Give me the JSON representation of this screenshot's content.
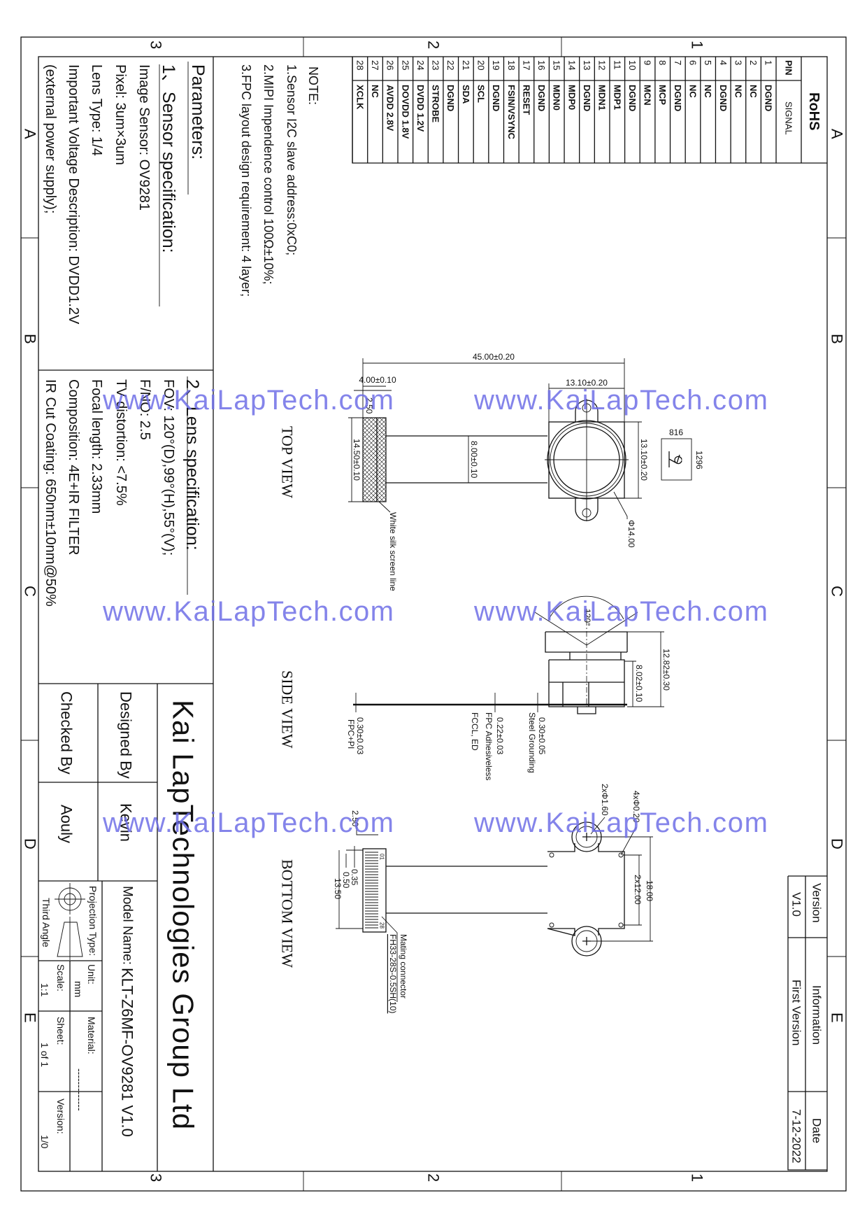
{
  "zones": {
    "numbers": [
      "3",
      "2",
      "1"
    ],
    "letters": [
      "A",
      "B",
      "C",
      "D",
      "E"
    ]
  },
  "pin_table": {
    "title": "RoHS",
    "pin_header": "PIN",
    "signal_header": "SIGNAL",
    "pins": [
      {
        "pin": "1",
        "signal": "DGND"
      },
      {
        "pin": "2",
        "signal": "NC"
      },
      {
        "pin": "3",
        "signal": "NC"
      },
      {
        "pin": "4",
        "signal": "DGND"
      },
      {
        "pin": "5",
        "signal": "NC"
      },
      {
        "pin": "6",
        "signal": "NC"
      },
      {
        "pin": "7",
        "signal": "DGND"
      },
      {
        "pin": "8",
        "signal": "MCP"
      },
      {
        "pin": "9",
        "signal": "MCN"
      },
      {
        "pin": "10",
        "signal": "DGND"
      },
      {
        "pin": "11",
        "signal": "MDP1"
      },
      {
        "pin": "12",
        "signal": "MDN1"
      },
      {
        "pin": "13",
        "signal": "DGND"
      },
      {
        "pin": "14",
        "signal": "MDP0"
      },
      {
        "pin": "15",
        "signal": "MDN0"
      },
      {
        "pin": "16",
        "signal": "DGND"
      },
      {
        "pin": "17",
        "signal": "RESET"
      },
      {
        "pin": "18",
        "signal": "FSIN/VSYNC"
      },
      {
        "pin": "19",
        "signal": "DGND"
      },
      {
        "pin": "20",
        "signal": "SCL"
      },
      {
        "pin": "21",
        "signal": "SDA"
      },
      {
        "pin": "22",
        "signal": "DGND"
      },
      {
        "pin": "23",
        "signal": "STROBE"
      },
      {
        "pin": "24",
        "signal": "DVDD 1.2V"
      },
      {
        "pin": "25",
        "signal": "DOVDD 1.8V"
      },
      {
        "pin": "26",
        "signal": "AVDD 2.8V"
      },
      {
        "pin": "27",
        "signal": "NC"
      },
      {
        "pin": "28",
        "signal": "XCLK"
      }
    ]
  },
  "notes": {
    "title": "NOTE:",
    "items": [
      "1.Sensor I2C slave address:0xC0;",
      "2.MIPI Impendence control 100Ω±10%;",
      "3.FPC layout design requirement: 4 layer;"
    ]
  },
  "parameters": {
    "title": "Parameters:",
    "sensor": {
      "title": "1、Sensor specification:",
      "lines": [
        "Image Sensor: OV9281",
        "Pixel: 3um×3um",
        "Lens Type: 1/4",
        "Important Voltage Description: DVDD1.2V",
        "(external power supply);"
      ]
    },
    "lens": {
      "title": "2、Lens specification:",
      "lines": [
        "FOV: 120°(D),99°(H),55°(V);",
        "F/NO: 2.5",
        "TV distortion: <7.5%",
        "Focal length: 2.33mm",
        "Composition: 4E+IR FILTER",
        "IR Cut Coating: 650nm±10nm@50%"
      ]
    }
  },
  "drawing": {
    "top_view": {
      "label": "TOP VIEW",
      "overall_length": "45.00±0.20",
      "connector_width": "4.00±0.10",
      "stiffener": "2.50",
      "connector_height": "14.50±0.10",
      "ribbon_width": "8.00±0.10",
      "holder_width": "13.10±0.20",
      "holder_height": "13.10±0.20",
      "lens_diameter": "Φ14.00",
      "silkscreen_note": "White silk screen line",
      "qr_width": "816",
      "qr_height": "1296"
    },
    "side_view": {
      "label": "SIDE VIEW",
      "fov_angle": "120°",
      "total_height": "12.82±0.30",
      "holder_height": "8.02±0.10",
      "fpc_thickness": "0.30±0.03",
      "fpc_material": "FPC+PI",
      "adhesive_thickness": "0.22±0.03",
      "adhesive_material": "FPC Adhesiveless",
      "adhesive_material2": "FCCL, ED",
      "steel_thickness": "0.30±0.05",
      "steel_material": "Steel Grounding"
    },
    "bottom_view": {
      "label": "BOTTOM VIEW",
      "offset": "2.50",
      "pitch1": "0.35",
      "pitch2": "0.50",
      "connector_span": "13.50",
      "pin_first": "01",
      "pin_last": "28",
      "mating_label": "Mating connector",
      "mating_part": "FH33-28S-0.5SH(10)",
      "screw_holes": "2xΦ1.60",
      "small_holes": "4xΦ0.20",
      "hole_spacing": "2x12.00",
      "screw_spacing": "18.00"
    }
  },
  "watermark": "www.KaiLapTech.com",
  "title_block": {
    "company": "Kai LapTechnologies Group Ltd",
    "designed_by_label": "Designed By",
    "designed_by": "Kevin",
    "checked_by_label": "Checked By",
    "checked_by": "Aouly",
    "model_name_label": "Model Name:",
    "model_name": "KLT-Z6MF-OV9281 V1.0",
    "projection_label": "Projection Type:",
    "projection": "Third Angle",
    "unit_label": "Unit:",
    "unit": "mm",
    "scale_label": "Scale:",
    "scale": "1:1",
    "material_label": "Material:",
    "material": "-------------",
    "sheet_label": "Sheet:",
    "sheet": "1 of 1",
    "version_label": "Version:",
    "version": "1/0"
  },
  "revision": {
    "headers": [
      "Version",
      "Information",
      "Date"
    ],
    "rows": [
      {
        "version": "V1.0",
        "information": "First Version",
        "date": "7-12-2022"
      }
    ]
  }
}
